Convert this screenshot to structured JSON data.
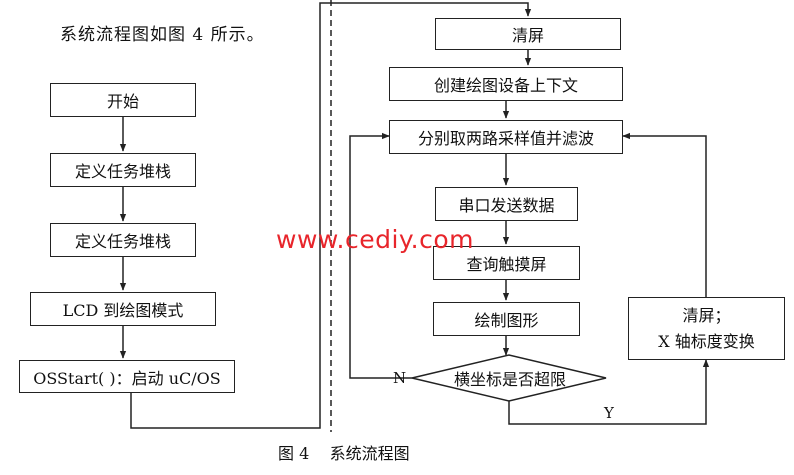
{
  "intro_text": "系统流程图如图 4 所示。",
  "caption": "图 4    系统流程图",
  "watermark": "www.cediy.com",
  "left_flow": {
    "start": "开始",
    "define_stack_1": "定义任务堆栈",
    "define_stack_2": "定义任务堆栈",
    "lcd_mode": "LCD 到绘图模式",
    "os_start": "OSStart( )：启动 uC/OS"
  },
  "right_flow": {
    "clear_screen": "清屏",
    "create_context": "创建绘图设备上下文",
    "sample": "分别取两路采样值并滤波",
    "send_serial": "串口发送数据",
    "query_touch": "查询触摸屏",
    "draw_graph": "绘制图形",
    "decision": "横坐标是否超限",
    "clear_line1": "清屏；",
    "clear_line2": "X 轴标度变换"
  },
  "labels": {
    "no": "N",
    "yes": "Y"
  }
}
